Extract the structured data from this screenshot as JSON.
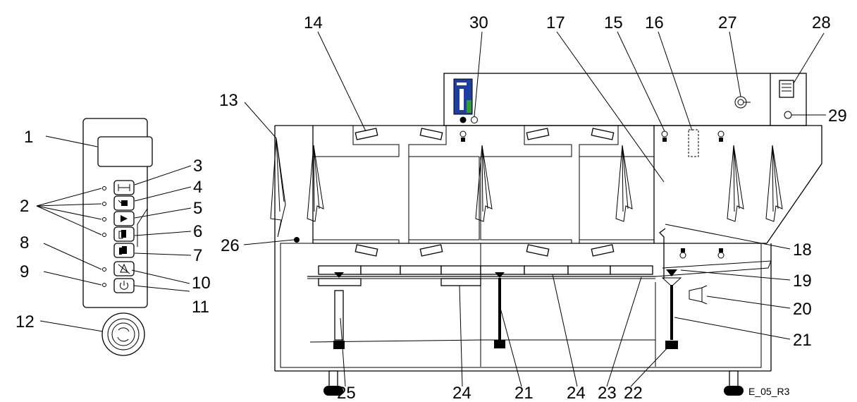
{
  "callouts": [
    {
      "id": "c1",
      "label": "1"
    },
    {
      "id": "c2",
      "label": "2"
    },
    {
      "id": "c3",
      "label": "3"
    },
    {
      "id": "c4",
      "label": "4"
    },
    {
      "id": "c5",
      "label": "5"
    },
    {
      "id": "c6",
      "label": "6"
    },
    {
      "id": "c7",
      "label": "7"
    },
    {
      "id": "c8",
      "label": "8"
    },
    {
      "id": "c9",
      "label": "9"
    },
    {
      "id": "c10",
      "label": "10"
    },
    {
      "id": "c11",
      "label": "11"
    },
    {
      "id": "c12",
      "label": "12"
    },
    {
      "id": "c13",
      "label": "13"
    },
    {
      "id": "c14",
      "label": "14"
    },
    {
      "id": "c15",
      "label": "15"
    },
    {
      "id": "c16",
      "label": "16"
    },
    {
      "id": "c17",
      "label": "17"
    },
    {
      "id": "c18",
      "label": "18"
    },
    {
      "id": "c19",
      "label": "19"
    },
    {
      "id": "c20",
      "label": "20"
    },
    {
      "id": "c21a",
      "label": "21"
    },
    {
      "id": "c21b",
      "label": "21"
    },
    {
      "id": "c22",
      "label": "22"
    },
    {
      "id": "c23",
      "label": "23"
    },
    {
      "id": "c24a",
      "label": "24"
    },
    {
      "id": "c24b",
      "label": "24"
    },
    {
      "id": "c25",
      "label": "25"
    },
    {
      "id": "c26",
      "label": "26"
    },
    {
      "id": "c27",
      "label": "27"
    },
    {
      "id": "c28",
      "label": "28"
    },
    {
      "id": "c29",
      "label": "29"
    },
    {
      "id": "c30",
      "label": "30"
    }
  ],
  "figure_ref": "E_05_R3"
}
